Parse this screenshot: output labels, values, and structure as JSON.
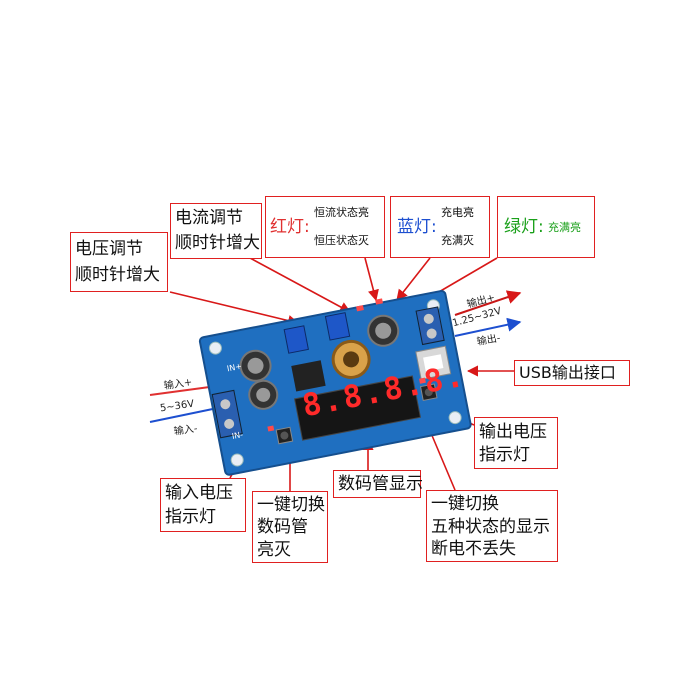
{
  "callouts": {
    "current_adjust": [
      "电流调节",
      "顺时针增大"
    ],
    "voltage_adjust": [
      "电压调节",
      "顺时针增大"
    ],
    "red_led": {
      "title": "红灯:",
      "line1": "恒流状态亮",
      "line2": "恒压状态灭"
    },
    "blue_led": {
      "title": "蓝灯:",
      "line1": "充电亮",
      "line2": "充满灭"
    },
    "green_led": {
      "title": "绿灯:",
      "line1": "充满亮"
    },
    "usb_output": "USB输出接口",
    "output_voltage_led": [
      "输出电压",
      "指示灯"
    ],
    "input_voltage_led": [
      "输入电压",
      "指示灯"
    ],
    "display_toggle": [
      "一键切换",
      "数码管",
      "亮灭"
    ],
    "segment_display": "数码管显示",
    "mode_toggle": [
      "一键切换",
      "五种状态的显示",
      "断电不丢失"
    ]
  },
  "io": {
    "output_plus": "输出+",
    "output_minus": "输出-",
    "output_range": "1.25~32V",
    "input_plus": "输入+",
    "input_minus": "输入-",
    "input_range": "5~36V"
  },
  "board": {
    "display_digits": "8.8.8.8.",
    "silk_in_plus": "IN+",
    "silk_in_minus": "IN-"
  },
  "colors": {
    "callout_border": "#e02020",
    "arrow": "#d81818",
    "pcb": "#1f6fc0",
    "display_red": "#ff2a2a",
    "output_arrow": "#c81818",
    "input_arrow_plus": "#e03030",
    "input_arrow_minus": "#1d4fd0"
  }
}
